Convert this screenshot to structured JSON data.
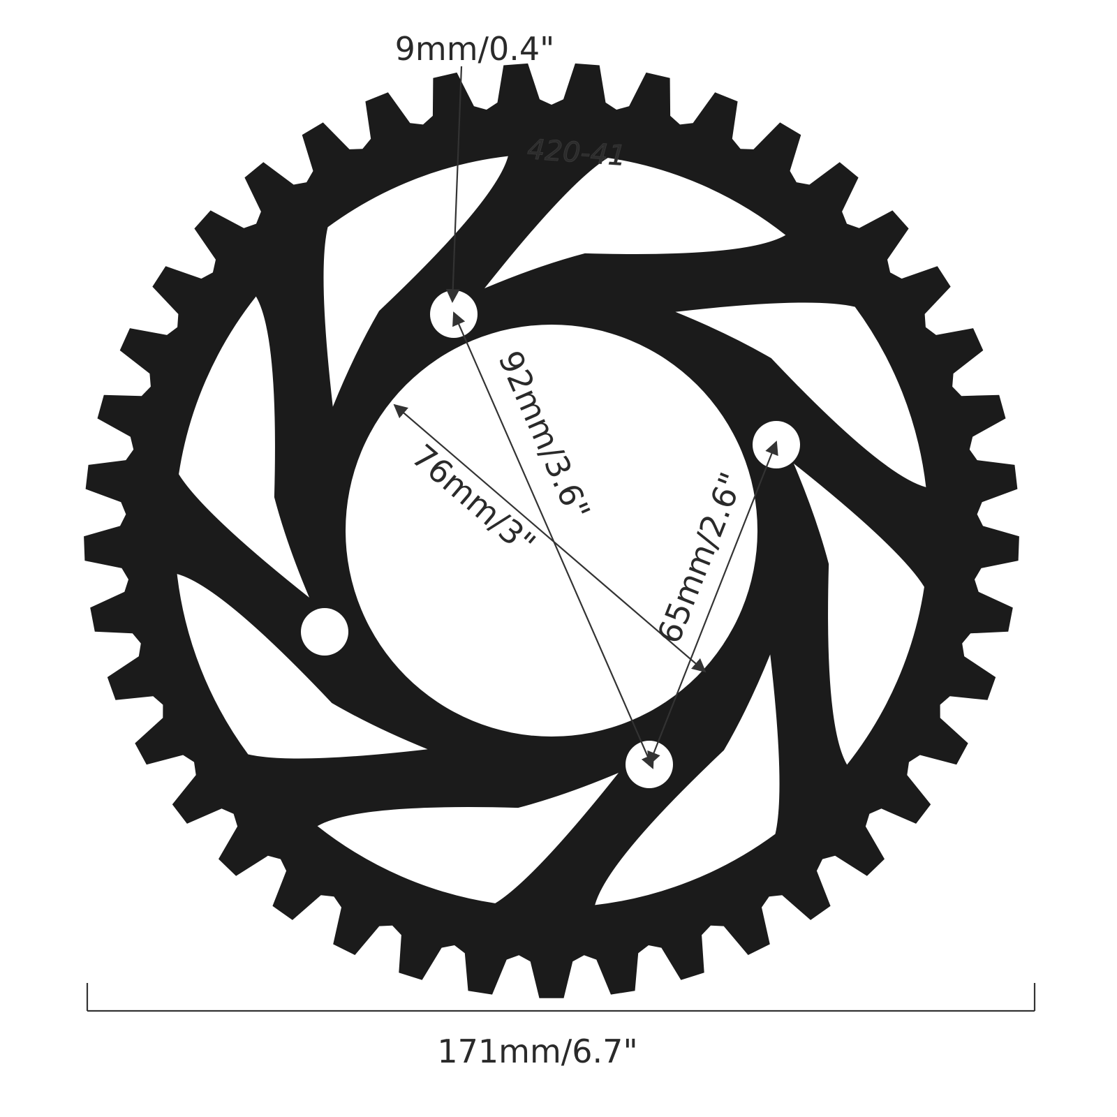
{
  "colors": {
    "background": "#ffffff",
    "sprocket": "#1b1b1b",
    "annotation": "#333333",
    "text": "#2a2a2a"
  },
  "sprocket": {
    "stamp": "420-41",
    "teeth": 41,
    "bolt_holes": 4,
    "lightening_slots": 8
  },
  "dimensions": {
    "bolt_hole": "9mm/0.4\"",
    "bolt_circle": "92mm/3.6\"",
    "center_bore": "76mm/3\"",
    "bolt_spacing": "65mm/2.6\"",
    "outer_diameter": "171mm/6.7\""
  }
}
